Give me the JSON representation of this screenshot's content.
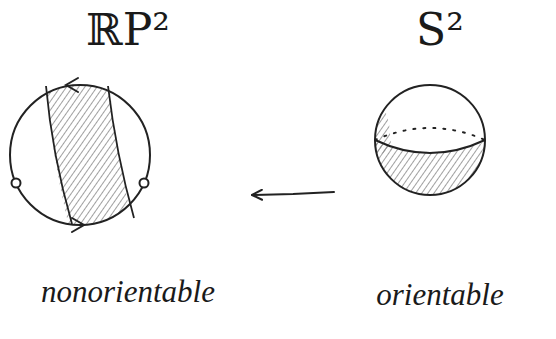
{
  "diagram": {
    "nodes": [
      {
        "text": [
          "ℝP²",
          "nonorientable"
        ]
      },
      {
        "text": [
          "S²",
          "orientable"
        ]
      }
    ],
    "edges": [
      {
        "from": 1,
        "to": 0,
        "arrow": "to"
      }
    ]
  }
}
